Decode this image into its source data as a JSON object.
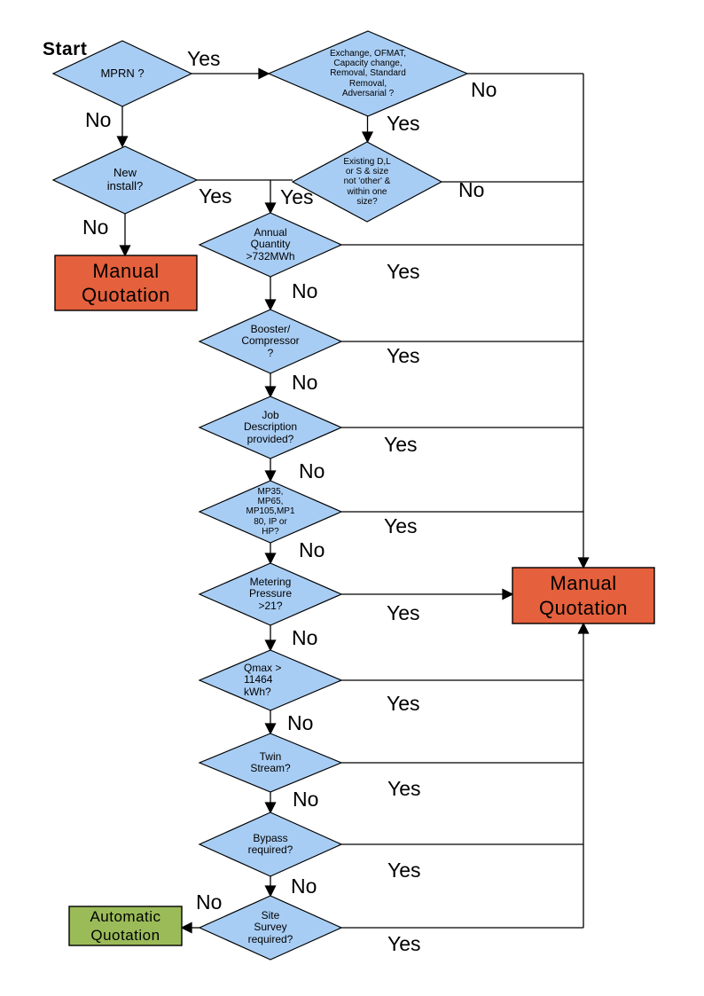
{
  "start_label": "Start",
  "decisions": {
    "mprn": {
      "label": "MPRN ?"
    },
    "exchange": {
      "label": "Exchange, OFMAT,\nCapacity change,\nRemoval, Standard\nRemoval,\nAdversarial ?"
    },
    "new_install": {
      "label": "New\ninstall?"
    },
    "existing_size": {
      "label": "Existing D,L\nor S & size\nnot 'other' &\nwithin one\nsize?"
    },
    "annual_quantity": {
      "label": "Annual\nQuantity\n>732MWh"
    },
    "booster": {
      "label": "Booster/\nCompressor\n?"
    },
    "job_description": {
      "label": "Job\nDescription\nprovided?"
    },
    "mp_pressure_tier": {
      "label": "MP35,\nMP65,\nMP105,MP1\n80, IP or\nHP?"
    },
    "metering_pressure": {
      "label": "Metering\nPressure\n>21?"
    },
    "qmax": {
      "label": "Qmax >\n11464\nkWh?"
    },
    "twin_stream": {
      "label": "Twin\nStream?"
    },
    "bypass": {
      "label": "Bypass\nrequired?"
    },
    "site_survey": {
      "label": "Site\nSurvey\nrequired?"
    }
  },
  "terminals": {
    "manual_quotation_left": {
      "label": "Manual\nQuotation",
      "fill": "#E5603C"
    },
    "manual_quotation_right": {
      "label": "Manual\nQuotation",
      "fill": "#E5603C"
    },
    "automatic_quotation": {
      "label": "Automatic\nQuotation",
      "fill": "#9BBB59"
    }
  },
  "edge_labels": {
    "mprn_yes": "Yes",
    "mprn_no": "No",
    "exchange_yes": "Yes",
    "exchange_no": "No",
    "new_install_yes": "Yes",
    "new_install_no": "No",
    "existing_size_yes": "Yes",
    "existing_size_no": "No",
    "annual_quantity_yes": "Yes",
    "annual_quantity_no": "No",
    "booster_yes": "Yes",
    "booster_no": "No",
    "job_description_yes": "Yes",
    "job_description_no": "No",
    "mp_pressure_tier_yes": "Yes",
    "mp_pressure_tier_no": "No",
    "metering_pressure_yes": "Yes",
    "metering_pressure_no": "No",
    "qmax_yes": "Yes",
    "qmax_no": "No",
    "twin_stream_yes": "Yes",
    "twin_stream_no": "No",
    "bypass_yes": "Yes",
    "bypass_no": "No",
    "site_survey_yes": "Yes",
    "site_survey_no": "No"
  },
  "colors": {
    "decision_fill": "#A8CDF4",
    "shape_border": "#000000",
    "connector": "#000000",
    "manual_fill": "#E5603C",
    "automatic_fill": "#9BBB59",
    "background": "#FFFFFF"
  }
}
